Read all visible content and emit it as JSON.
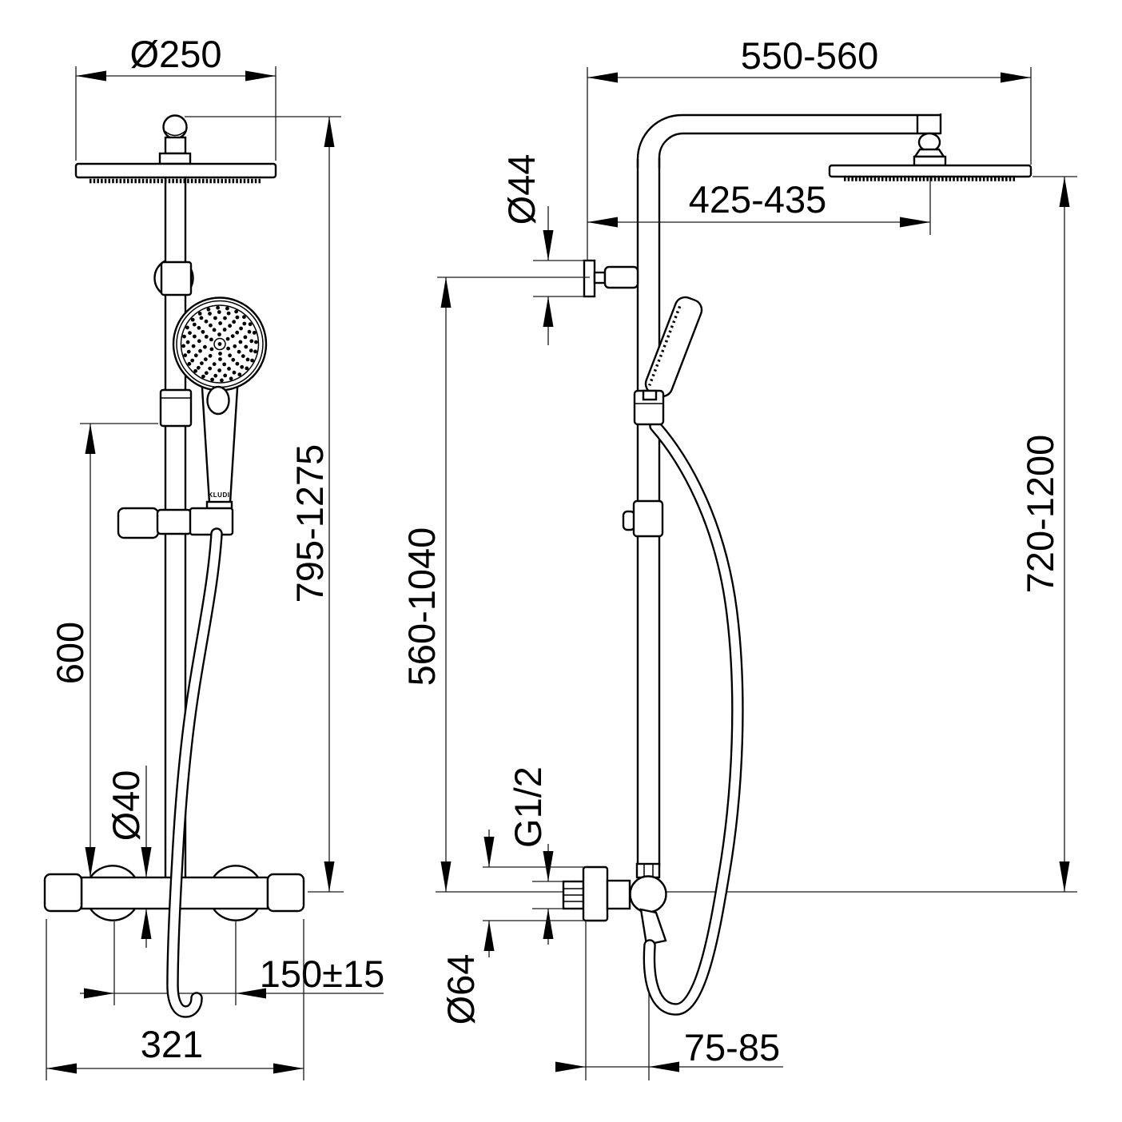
{
  "colors": {
    "background": "#ffffff",
    "line": "#000000"
  },
  "drawing": {
    "product": "Thermostatic dual shower system - dimensional drawing",
    "views": [
      {
        "name": "front view",
        "handle_logo": "KLUDI",
        "dimensions": {
          "head_diameter": "Ø250",
          "riser_height": "795-1275",
          "slide_bar_length": "600",
          "mixer_body_diameter": "Ø40",
          "supply_center_distance": "150±15",
          "mixer_overall_width": "321"
        }
      },
      {
        "name": "side view",
        "dimensions": {
          "arm_reach": "550-560",
          "head_center_offset": "425-435",
          "wall_bracket_diameter": "Ø44",
          "bracket_height": "560-1040",
          "head_height": "720-1200",
          "connection_thread": "G1/2",
          "escutcheon_diameter": "Ø64",
          "wall_offset": "75-85"
        }
      }
    ]
  }
}
